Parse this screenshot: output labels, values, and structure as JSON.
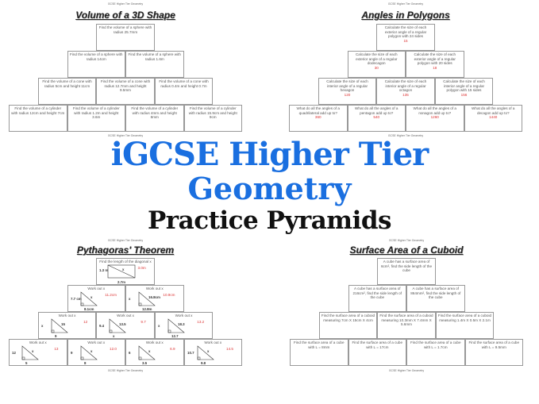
{
  "header_text": "GCSE Higher Tier Geometry",
  "overlay": {
    "line1": "iGCSE Higher Tier",
    "line2": "Geometry",
    "line3": "Practice Pyramids",
    "blue": "#1a6fe0",
    "black": "#111111"
  },
  "answer_color": "#dd3333",
  "sheets": [
    {
      "title": "Volume of a 3D Shape",
      "rows": [
        [
          {
            "q": "Find the volume of a sphere with radius 25.7mm"
          }
        ],
        [
          {
            "q": "Find the volume of a sphere with radius 14cm"
          },
          {
            "q": "Find the volume of a sphere with radius 1.6m"
          }
        ],
        [
          {
            "q": "Find the volume of a cone with radius 5cm and height 11cm"
          },
          {
            "q": "Find the volume of a cone with radius 12.7mm and height 9.5mm"
          },
          {
            "q": "Find the volume of a cone with radius 0.4m and height 0.7m"
          }
        ],
        [
          {
            "q": "Find the volume of a cylinder with radius 12cm and height 7cm"
          },
          {
            "q": "Find the volume of a cylinder with radius 1.2m and height 3.6m"
          },
          {
            "q": "Find the volume of a cylinder with radius 4mm and height 8mm"
          },
          {
            "q": "Find the volume of a cylinder with radius 15.9cm and height 9cm"
          }
        ]
      ]
    },
    {
      "title": "Angles in Polygons",
      "rows": [
        [
          {
            "q": "Calculate the size of each exterior angle of a regular polygon with 24 sides",
            "a": "15"
          }
        ],
        [
          {
            "q": "Calculate the size of each exterior angle of a regular dodecagon",
            "a": "30"
          },
          {
            "q": "Calculate the size of each exterior angle of a regular polygon with 20 sides",
            "a": "18"
          }
        ],
        [
          {
            "q": "Calculate the size of each interior angle of a regular hexagon",
            "a": "120"
          },
          {
            "q": "Calculate the size of each interior angle of a regular octagon",
            "a": "135"
          },
          {
            "q": "Calculate the size of each interior angle of a regular polygon with 15 sides",
            "a": "156"
          }
        ],
        [
          {
            "q": "What do all the angles of a quadrilateral add up to?",
            "a": "360"
          },
          {
            "q": "What do all the angles of a pentagon add up to?",
            "a": "540"
          },
          {
            "q": "What do all the angles of a nonagon add up to?",
            "a": "1260"
          },
          {
            "q": "What do all the angles of a decagon add up to?",
            "a": "1440"
          }
        ]
      ]
    },
    {
      "title": "Pythagoras' Theorem",
      "rows": [
        [
          {
            "q": "Find the length of the diagonal x",
            "left": "1.3 m",
            "hyp": "x",
            "bottom": "2.7m",
            "a": "3.0m",
            "rect": true
          }
        ],
        [
          {
            "q": "Work out x",
            "left": "7.7 cm",
            "hyp": "x",
            "bottom": "8.1cm",
            "a": "11.2cm"
          },
          {
            "q": "Work out x",
            "left": "x",
            "hyp": "16.8cm",
            "bottom": "12.8m",
            "a": "10.9cm"
          }
        ],
        [
          {
            "q": "Work out x",
            "left": "x",
            "hyp": "15",
            "bottom": "9",
            "a": "12"
          },
          {
            "q": "Work out x",
            "left": "9.4",
            "hyp": "13.5",
            "bottom": "x",
            "a": "9.7"
          },
          {
            "q": "Work out x",
            "left": "x",
            "hyp": "18.3",
            "bottom": "12.7",
            "a": "13.2"
          }
        ],
        [
          {
            "q": "Work out x",
            "left": "12",
            "hyp": "x",
            "bottom": "5",
            "a": "13"
          },
          {
            "q": "Work out x",
            "left": "9",
            "hyp": "x",
            "bottom": "8",
            "a": "12.0"
          },
          {
            "q": "Work out x",
            "left": "6",
            "hyp": "x",
            "bottom": "3.5",
            "a": "6.9"
          },
          {
            "q": "Work out x",
            "left": "10.7",
            "hyp": "x",
            "bottom": "9.8",
            "a": "14.5"
          }
        ]
      ]
    },
    {
      "title": "Surface Area of a Cuboid",
      "rows": [
        [
          {
            "q": "A cube has a surface area of 6cm², find the side length of the cube"
          }
        ],
        [
          {
            "q": "A cube has a surface area of 216cm², find the side length of the cube"
          },
          {
            "q": "A cube has a surface area of 864mm², find the side length of the cube"
          }
        ],
        [
          {
            "q": "Find the surface area of a cuboid measuring 7cm X 15cm X 4cm"
          },
          {
            "q": "Find the surface area of a cuboid measuring 10.3mm X 7.4mm X 5.6mm"
          },
          {
            "q": "Find the surface area of a cuboid measuring 1.4m X 0.5m X 2.1m"
          }
        ],
        [
          {
            "q": "Find the surface area of a cube with L = 8mm"
          },
          {
            "q": "Find the surface area of a cube with L = 17cm"
          },
          {
            "q": "Find the surface area of a cube with L = 1.7cm"
          },
          {
            "q": "Find the surface area of a cube with L = 9.5mm"
          }
        ]
      ]
    }
  ]
}
